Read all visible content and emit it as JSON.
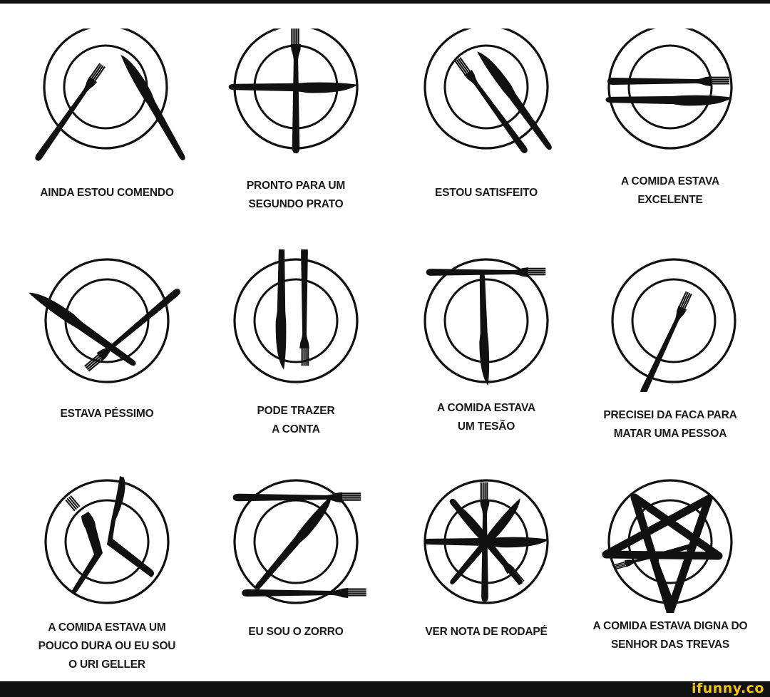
{
  "captions": [
    [
      "AINDA ESTOU COMENDO"
    ],
    [
      "PRONTO PARA UM",
      "SEGUNDO PRATO"
    ],
    [
      "ESTOU SATISFEITO"
    ],
    [
      "A COMIDA ESTAVA",
      "EXCELENTE"
    ],
    [
      "ESTAVA PÉSSIMO"
    ],
    [
      "PODE TRAZER",
      "A CONTA"
    ],
    [
      "A COMIDA ESTAVA",
      "UM TESÃO"
    ],
    [
      "PRECISEI DA FACA PARA",
      "MATAR UMA PESSOA"
    ],
    [
      "A COMIDA ESTAVA UM",
      "POUCO DURA OU EU SOU",
      "O URI GELLER"
    ],
    [
      "EU SOU O ZORRO"
    ],
    [
      "VER NOTA DE RODAPÉ"
    ],
    [
      "A COMIDA ESTAVA DIGNA DO",
      "SENHOR DAS TREVAS"
    ]
  ],
  "icons": [
    "fork-and-knife-crossed-open-icon",
    "fork-and-knife-cross-icon",
    "fork-and-knife-parallel-diagonal-icon",
    "fork-and-knife-horizontal-icon",
    "fork-and-knife-v-shape-icon",
    "fork-and-knife-vertical-icon",
    "fork-and-knife-t-shape-icon",
    "fork-only-icon",
    "bent-fork-and-knife-icon",
    "zorro-z-cutlery-icon",
    "star-burst-cutlery-icon",
    "pentagram-cutlery-icon"
  ],
  "watermark": "ifunny.co"
}
